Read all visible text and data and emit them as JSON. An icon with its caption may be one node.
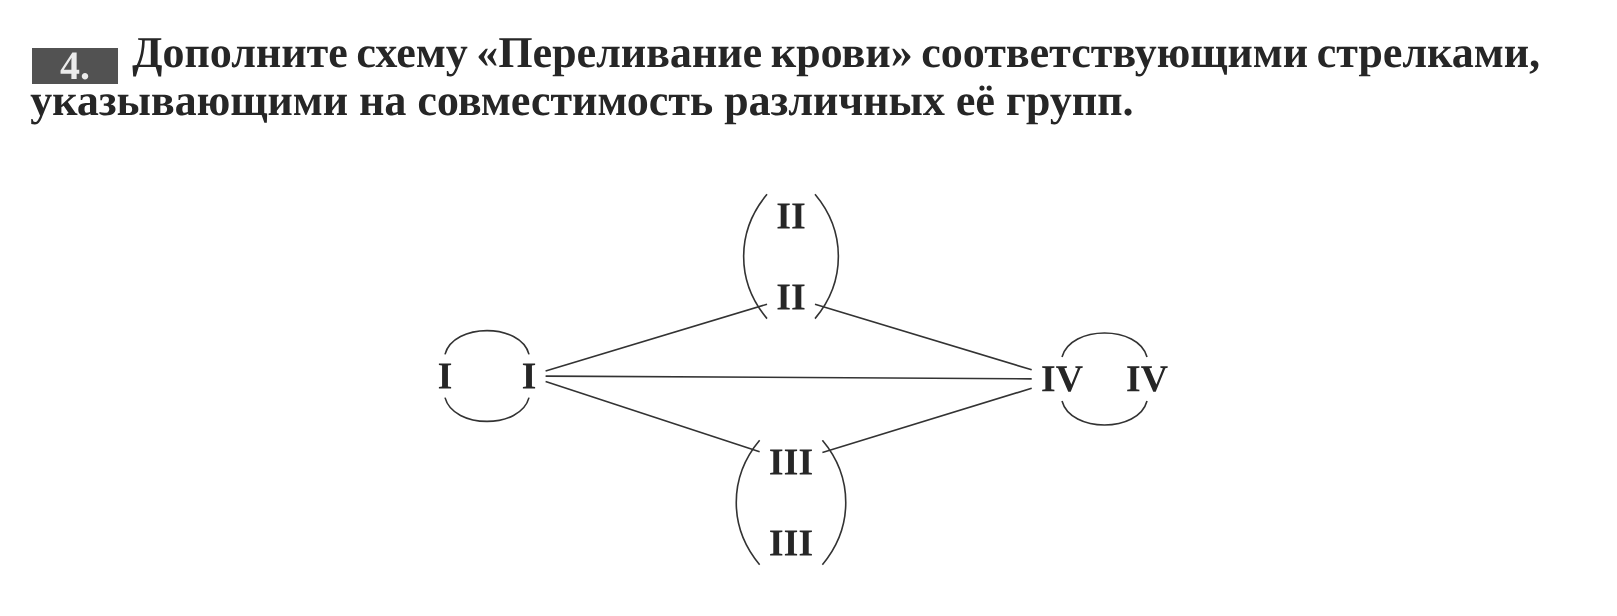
{
  "diagram": {
    "title": "Дополните схему «Переливание крови» соответствующими стрелками, указывающими на совместимость различных её групп.",
    "nodes": [
      {
        "text": [
          "I"
        ]
      },
      {
        "text": [
          "I"
        ]
      },
      {
        "text": [
          "II"
        ]
      },
      {
        "text": [
          "II"
        ]
      },
      {
        "text": [
          "III"
        ]
      },
      {
        "text": [
          "III"
        ]
      },
      {
        "text": [
          "IV"
        ]
      },
      {
        "text": [
          "IV"
        ]
      }
    ],
    "edges": [
      {
        "from": 0,
        "to": 1,
        "arrow": "none"
      },
      {
        "from": 0,
        "to": 1,
        "arrow": "none"
      },
      {
        "from": 2,
        "to": 3,
        "arrow": "none"
      },
      {
        "from": 2,
        "to": 3,
        "arrow": "none"
      },
      {
        "from": 4,
        "to": 5,
        "arrow": "none"
      },
      {
        "from": 4,
        "to": 5,
        "arrow": "none"
      },
      {
        "from": 6,
        "to": 7,
        "arrow": "none"
      },
      {
        "from": 6,
        "to": 7,
        "arrow": "none"
      },
      {
        "from": 1,
        "to": 3,
        "arrow": "none"
      },
      {
        "from": 1,
        "to": 6,
        "arrow": "none"
      },
      {
        "from": 1,
        "to": 4,
        "arrow": "none"
      },
      {
        "from": 3,
        "to": 6,
        "arrow": "none"
      },
      {
        "from": 4,
        "to": 6,
        "arrow": "none"
      }
    ],
    "labels": [
      "4."
    ]
  }
}
